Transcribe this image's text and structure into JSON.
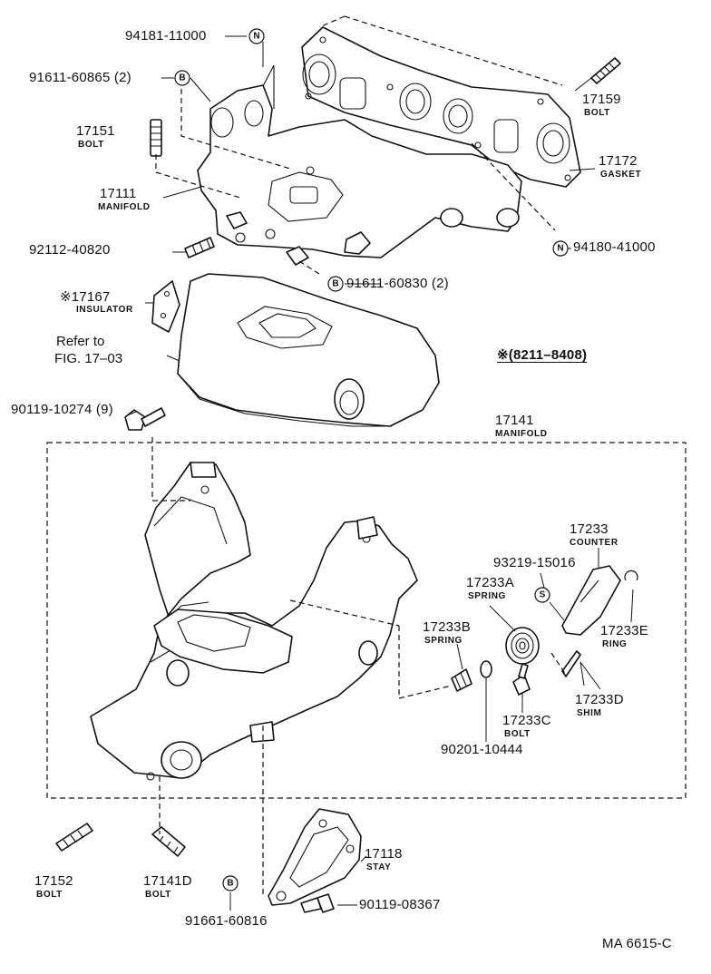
{
  "labels": {
    "p94181_11000": "94181-11000",
    "p91611_60865": "91611-60865 (2)",
    "p17159": "17159",
    "p17159_sub": "BOLT",
    "p17151": "17151",
    "p17151_sub": "BOLT",
    "p17111": "17111",
    "p17111_sub": "MANIFOLD",
    "p17172": "17172",
    "p17172_sub": "GASKET",
    "p94180_41000": "94180-41000",
    "p92112_40820": "92112-40820",
    "p91611_60830": "91611-60830 (2)",
    "p17167": "※17167",
    "p17167_sub": "INSULATOR",
    "refer_line1": "Refer to",
    "refer_line2": "FIG. 17–03",
    "period_note": "※(8211–8408)",
    "p90119_10274": "90119-10274 (9)",
    "p17141": "17141",
    "p17141_sub": "MANIFOLD",
    "p17233": "17233",
    "p17233_sub": "COUNTER",
    "p93219_15016": "93219-15016",
    "p17233A": "17233A",
    "p17233A_sub": "SPRING",
    "p17233B": "17233B",
    "p17233B_sub": "SPRING",
    "p17233E": "17233E",
    "p17233E_sub": "RING",
    "p17233C": "17233C",
    "p17233C_sub": "BOLT",
    "p17233D": "17233D",
    "p17233D_sub": "SHIM",
    "p90201_10444": "90201-10444",
    "p17152": "17152",
    "p17152_sub": "BOLT",
    "p17141D": "17141D",
    "p17141D_sub": "BOLT",
    "p91661_60816": "91661-60816",
    "p17118": "17118",
    "p17118_sub": "STAY",
    "p90119_08367": "90119-08367",
    "drawing_code": "MA 6615-C"
  },
  "marks": {
    "n_top": "N",
    "b_top": "B",
    "n_right": "N",
    "b_mid": "B",
    "s_counter": "S",
    "b_bottom": "B"
  }
}
